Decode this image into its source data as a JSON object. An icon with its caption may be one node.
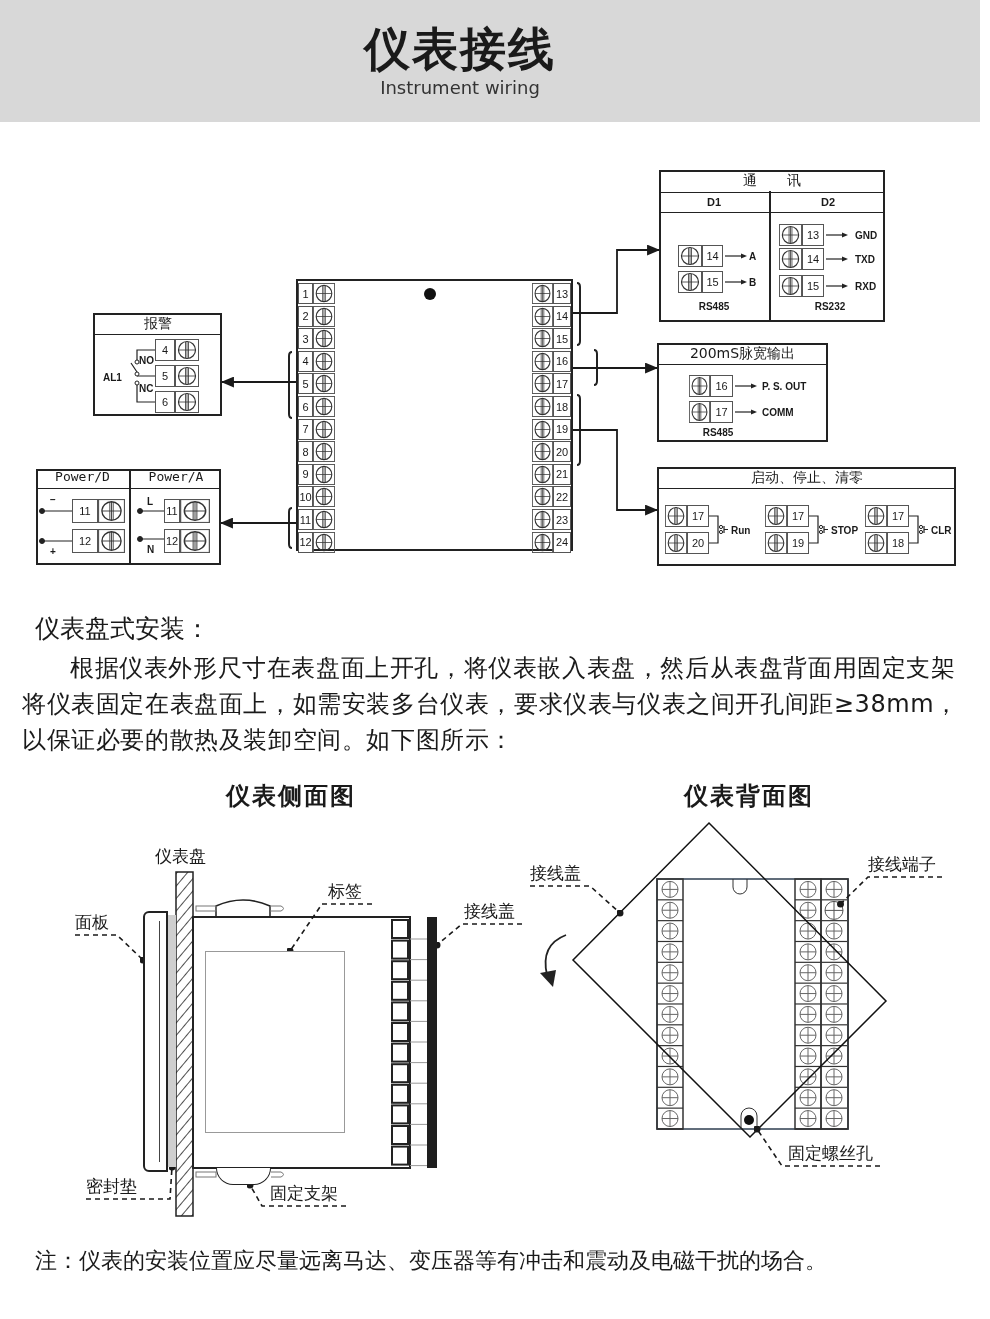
{
  "diagram": {
    "title": "仪表接线",
    "nodes": [
      {
        "text": [
          "1",
          "2",
          "3",
          "4",
          "5",
          "6",
          "7",
          "8",
          "9",
          "10",
          "11",
          "12",
          "13",
          "14",
          "15",
          "16",
          "17",
          "18",
          "19",
          "20",
          "21",
          "22",
          "23",
          "24"
        ]
      },
      {
        "text": [
          "报警",
          "AL1",
          "NO",
          "NC",
          "4",
          "5",
          "6"
        ]
      },
      {
        "text": [],
        "shape": "box"
      },
      {
        "text": [
          "Power/D",
          "−",
          "11",
          "+",
          "12"
        ],
        "in": 2
      },
      {
        "text": [
          "Power/A",
          "L",
          "11",
          "N",
          "12"
        ],
        "in": 2
      },
      {
        "text": [
          "通讯"
        ]
      },
      {
        "text": [
          "D1",
          "14",
          "A",
          "15",
          "B",
          "RS485"
        ],
        "in": 5
      },
      {
        "text": [
          "D2",
          "13",
          "GND",
          "14",
          "TXD",
          "15",
          "RXD",
          "RS232"
        ],
        "in": 5
      },
      {
        "text": [
          "200mS脉宽输出",
          "16",
          "P. S. OUT",
          "17",
          "COMM",
          "RS485"
        ]
      },
      {
        "text": [
          "启动、停止、清零",
          "17",
          "20",
          "Run",
          "17",
          "19",
          "STOP",
          "17",
          "18",
          "CLR"
        ]
      },
      {
        "text": [
          "面板"
        ]
      },
      {
        "text": [],
        "shape": "box"
      },
      {
        "text": [
          "密封垫"
        ]
      },
      {
        "text": [],
        "shape": "bar"
      },
      {
        "text": [
          "标签"
        ]
      },
      {
        "text": [],
        "shape": "box"
      },
      {
        "text": [
          "固定支架"
        ]
      },
      {
        "text": [],
        "shape": "box"
      },
      {
        "text": [
          "接线盖"
        ]
      },
      {
        "text": [],
        "shape": "bar"
      },
      {
        "text": [
          "接线盖"
        ]
      },
      {
        "text": [],
        "shape": "diamond"
      },
      {
        "text": [
          "固定螺丝孔"
        ]
      },
      {
        "text": [],
        "shape": "circle",
        "in": 21
      },
      {
        "text": [
          "接线端子"
        ]
      },
      {
        "text": [],
        "shape": "circle"
      }
    ],
    "edges": [
      {
        "from": 0,
        "to": 1,
        "arrow": "to"
      },
      {
        "from": 0,
        "to": 2,
        "arrow": "to"
      },
      {
        "from": 0,
        "to": 5,
        "arrow": "to"
      },
      {
        "from": 0,
        "to": 8,
        "arrow": "to"
      },
      {
        "from": 0,
        "to": 9,
        "arrow": "to"
      },
      {
        "from": 10,
        "to": 11,
        "arrow": "other",
        "style": "dashed"
      },
      {
        "from": 12,
        "to": 13,
        "arrow": "other",
        "style": "dashed"
      },
      {
        "from": 14,
        "to": 15,
        "arrow": "other",
        "style": "dashed"
      },
      {
        "from": 16,
        "to": 17,
        "arrow": "other",
        "style": "dashed"
      },
      {
        "from": 18,
        "to": 19,
        "arrow": "other",
        "style": "dashed"
      },
      {
        "from": 20,
        "to": 21,
        "arrow": "other",
        "style": "dashed"
      },
      {
        "from": 22,
        "to": 23,
        "arrow": "other",
        "style": "dashed"
      },
      {
        "from": 24,
        "to": 25,
        "arrow": "other",
        "style": "dashed"
      }
    ],
    "labels": [
      "Instrument wiring",
      "仪表盘式安装：",
      "根据仪表外形尺寸在表盘面上开孔，将仪表嵌入表盘，然后从表盘背面用固定支架将仪表固定在表盘面上，如需安装多台仪表，要求仪表与仪表之间开孔间距≥38mm，以保证必要的散热及装卸空间。如下图所示：",
      "仪表侧面图",
      "仪表背面图",
      "仪表盘",
      "注：仪表的安装位置应尽量远离马达、变压器等有冲击和震动及电磁干扰的场合。"
    ]
  }
}
